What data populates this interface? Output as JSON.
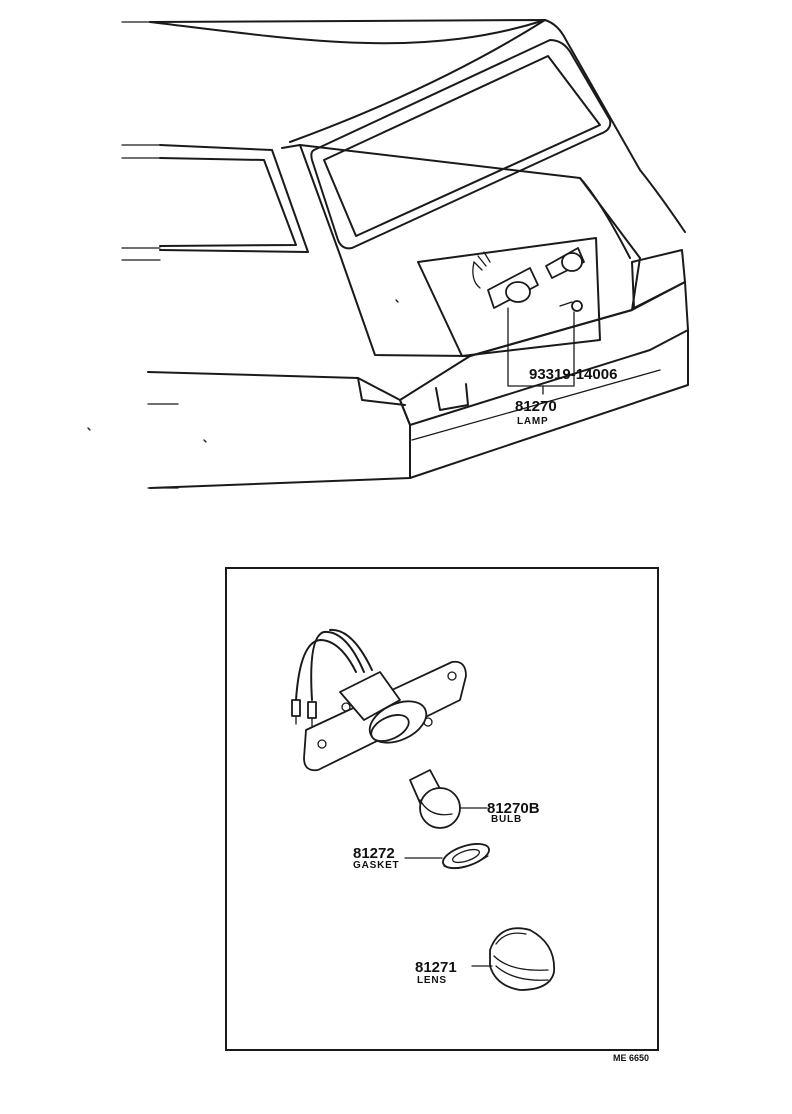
{
  "parts": {
    "screw": {
      "number": "93319-14006"
    },
    "lamp": {
      "number": "81270",
      "name": "LAMP"
    },
    "bulb": {
      "number": "81270B",
      "name": "BULB"
    },
    "gasket": {
      "number": "81272",
      "name": "GASKET"
    },
    "lens": {
      "number": "81271",
      "name": "LENS"
    }
  },
  "figure_ref": "ME 6650"
}
